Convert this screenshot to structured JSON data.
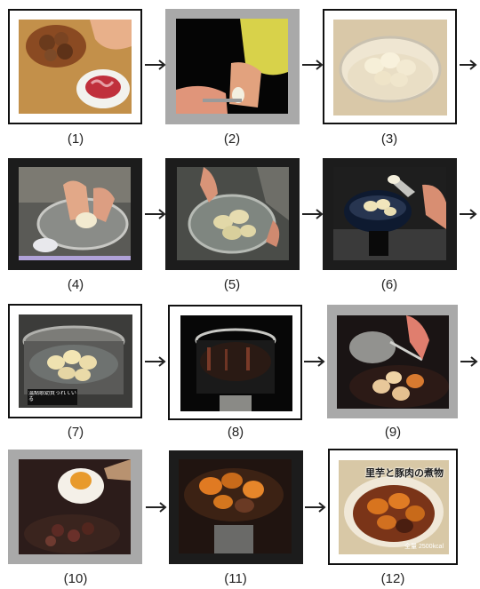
{
  "steps": [
    {
      "label": "(1)",
      "frame": "white"
    },
    {
      "label": "(2)",
      "frame": "gray"
    },
    {
      "label": "(3)",
      "frame": "white"
    },
    {
      "label": "(4)",
      "frame": "black"
    },
    {
      "label": "(5)",
      "frame": "black"
    },
    {
      "label": "(6)",
      "frame": "black"
    },
    {
      "label": "(7)",
      "frame": "white"
    },
    {
      "label": "(8)",
      "frame": "white"
    },
    {
      "label": "(9)",
      "frame": "gray"
    },
    {
      "label": "(10)",
      "frame": "gray"
    },
    {
      "label": "(11)",
      "frame": "black"
    },
    {
      "label": "(12)",
      "frame": "white"
    }
  ],
  "photo_captions": {
    "step7": "温點歌幼資っれている",
    "step12_title": "里芋と豚肉の煮物",
    "step12_note": "全量 2500kcal"
  },
  "colors": {
    "frame_white_border": "#111111",
    "frame_gray": "#a9a9a9",
    "frame_black": "#1c1c1c",
    "arrow": "#222222"
  }
}
